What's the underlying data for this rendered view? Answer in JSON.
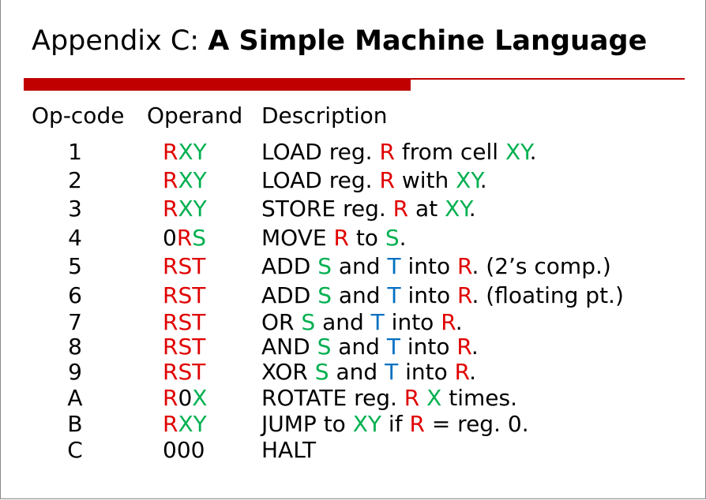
{
  "title": {
    "plain": "Appendix C:",
    "bold": "A Simple Machine Language"
  },
  "colors": {
    "accent_bar": "#c00000",
    "register_red": "#e00000",
    "operand_green": "#00b050",
    "operand_blue": "#0070c0"
  },
  "table": {
    "headers": [
      "Op-code",
      "Operand",
      "Description"
    ],
    "rows": [
      {
        "op": "1",
        "operand": [
          {
            "t": "R",
            "c": "red"
          },
          {
            "t": "XY",
            "c": "green"
          }
        ],
        "desc": [
          {
            "t": "LOAD reg. ",
            "c": ""
          },
          {
            "t": "R",
            "c": "red"
          },
          {
            "t": " from cell ",
            "c": ""
          },
          {
            "t": "XY",
            "c": "green"
          },
          {
            "t": ".",
            "c": ""
          }
        ]
      },
      {
        "op": "2",
        "operand": [
          {
            "t": "R",
            "c": "red"
          },
          {
            "t": "XY",
            "c": "green"
          }
        ],
        "desc": [
          {
            "t": "LOAD reg. ",
            "c": ""
          },
          {
            "t": "R",
            "c": "red"
          },
          {
            "t": " with ",
            "c": ""
          },
          {
            "t": "XY",
            "c": "green"
          },
          {
            "t": ".",
            "c": ""
          }
        ]
      },
      {
        "op": "3",
        "operand": [
          {
            "t": "R",
            "c": "red"
          },
          {
            "t": "XY",
            "c": "green"
          }
        ],
        "desc": [
          {
            "t": "STORE reg. ",
            "c": ""
          },
          {
            "t": "R",
            "c": "red"
          },
          {
            "t": " at ",
            "c": ""
          },
          {
            "t": "XY",
            "c": "green"
          },
          {
            "t": ".",
            "c": ""
          }
        ]
      },
      {
        "op": "4",
        "operand": [
          {
            "t": "0",
            "c": ""
          },
          {
            "t": "R",
            "c": "red"
          },
          {
            "t": "S",
            "c": "green"
          }
        ],
        "desc": [
          {
            "t": "MOVE ",
            "c": ""
          },
          {
            "t": "R",
            "c": "red"
          },
          {
            "t": " to ",
            "c": ""
          },
          {
            "t": "S",
            "c": "green"
          },
          {
            "t": ".",
            "c": ""
          }
        ]
      },
      {
        "op": "5",
        "operand": [
          {
            "t": "RST",
            "c": "red"
          }
        ],
        "desc": [
          {
            "t": "ADD ",
            "c": ""
          },
          {
            "t": "S",
            "c": "green"
          },
          {
            "t": " and ",
            "c": ""
          },
          {
            "t": "T",
            "c": "blue"
          },
          {
            "t": " into ",
            "c": ""
          },
          {
            "t": "R",
            "c": "red"
          },
          {
            "t": ". (2’s comp.)",
            "c": ""
          }
        ]
      },
      {
        "op": "6",
        "operand": [
          {
            "t": "RST",
            "c": "red"
          }
        ],
        "desc": [
          {
            "t": "ADD ",
            "c": ""
          },
          {
            "t": "S",
            "c": "green"
          },
          {
            "t": " and ",
            "c": ""
          },
          {
            "t": "T",
            "c": "blue"
          },
          {
            "t": " into ",
            "c": ""
          },
          {
            "t": "R",
            "c": "red"
          },
          {
            "t": ". (floating pt.)",
            "c": ""
          }
        ]
      },
      {
        "op": "7",
        "operand": [
          {
            "t": "RST",
            "c": "red"
          }
        ],
        "desc": [
          {
            "t": "OR ",
            "c": ""
          },
          {
            "t": "S",
            "c": "green"
          },
          {
            "t": " and ",
            "c": ""
          },
          {
            "t": "T",
            "c": "blue"
          },
          {
            "t": " into ",
            "c": ""
          },
          {
            "t": "R",
            "c": "red"
          },
          {
            "t": ".",
            "c": ""
          }
        ]
      },
      {
        "op": "8",
        "operand": [
          {
            "t": "RST",
            "c": "red"
          }
        ],
        "desc": [
          {
            "t": "AND ",
            "c": ""
          },
          {
            "t": "S",
            "c": "green"
          },
          {
            "t": " and ",
            "c": ""
          },
          {
            "t": "T",
            "c": "blue"
          },
          {
            "t": " into ",
            "c": ""
          },
          {
            "t": "R",
            "c": "red"
          },
          {
            "t": ".",
            "c": ""
          }
        ]
      },
      {
        "op": "9",
        "operand": [
          {
            "t": "RST",
            "c": "red"
          }
        ],
        "desc": [
          {
            "t": "XOR ",
            "c": ""
          },
          {
            "t": "S",
            "c": "green"
          },
          {
            "t": " and ",
            "c": ""
          },
          {
            "t": "T",
            "c": "blue"
          },
          {
            "t": " into ",
            "c": ""
          },
          {
            "t": "R",
            "c": "red"
          },
          {
            "t": ".",
            "c": ""
          }
        ]
      },
      {
        "op": "A",
        "operand": [
          {
            "t": "R",
            "c": "red"
          },
          {
            "t": "0",
            "c": ""
          },
          {
            "t": "X",
            "c": "green"
          }
        ],
        "desc": [
          {
            "t": "ROTATE reg. ",
            "c": ""
          },
          {
            "t": "R",
            "c": "red"
          },
          {
            "t": " ",
            "c": ""
          },
          {
            "t": "X",
            "c": "green"
          },
          {
            "t": " times.",
            "c": ""
          }
        ]
      },
      {
        "op": "B",
        "operand": [
          {
            "t": "R",
            "c": "red"
          },
          {
            "t": "XY",
            "c": "green"
          }
        ],
        "desc": [
          {
            "t": "JUMP to ",
            "c": ""
          },
          {
            "t": "XY",
            "c": "green"
          },
          {
            "t": " if ",
            "c": ""
          },
          {
            "t": "R",
            "c": "red"
          },
          {
            "t": " = reg. 0.",
            "c": ""
          }
        ]
      },
      {
        "op": "C",
        "operand": [
          {
            "t": "000",
            "c": ""
          }
        ],
        "desc": [
          {
            "t": "HALT",
            "c": ""
          }
        ]
      }
    ]
  }
}
